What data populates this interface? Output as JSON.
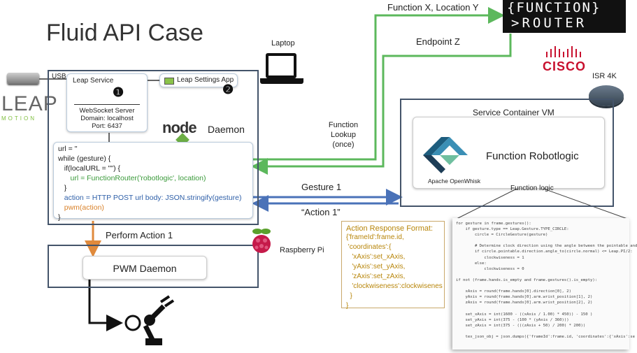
{
  "title": "Fluid API Case",
  "leap_logo": {
    "big": "LEAP",
    "small": "MOTION"
  },
  "usb_label": "USB",
  "leap_service": {
    "label": "Leap Service",
    "badge": "❶",
    "ws_lines": [
      "WebSocket Server",
      "Domain: localhost",
      "Port: 6437"
    ]
  },
  "leap_settings": {
    "label": "Leap Settings App",
    "badge": "❷"
  },
  "node_logo": "node",
  "daemon_label": "Daemon",
  "daemon_code": [
    {
      "text": "url = ''",
      "color": "default"
    },
    {
      "text": "while (gesture) {",
      "color": "default"
    },
    {
      "text": "   if(localURL = \"\") {",
      "color": "default"
    },
    {
      "text": "      url = FunctionRouter('robotlogic', location)",
      "color": "green"
    },
    {
      "text": "   }",
      "color": "default"
    },
    {
      "text": "   action = HTTP POST url body: JSON.stringify(gesture)",
      "color": "blue"
    },
    {
      "text": "   pwm(action)",
      "color": "orange"
    },
    {
      "text": "}",
      "color": "default"
    }
  ],
  "laptop_label": "Laptop",
  "function_router": {
    "line1": "{FUNCTION}",
    "line2": ">ROUTER"
  },
  "function_xy_label": "Function X, Location Y",
  "endpoint_label": "Endpoint Z",
  "cisco_label": "CISCO",
  "isr_label": "ISR 4K",
  "service_vm_label": "Service Container VM",
  "openwhisk_label": "Apache OpenWhisk",
  "robotlogic_label": "Function Robotlogic",
  "function_logic_label": "Function logic",
  "function_lookup_label": [
    "Function",
    "Lookup",
    "(once)"
  ],
  "gesture_label": "Gesture 1",
  "action_label": "“Action 1”",
  "perform_label": "Perform Action 1",
  "raspberry_label": "Raspberry Pi",
  "pwm_label": "PWM Daemon",
  "response_format": {
    "heading": "Action Response Format:",
    "lines": [
      "{'frameId':frame.id,",
      " 'coordinates':{",
      "   'xAxis':set_xAxis,",
      "   'yAxis':set_yAxis,",
      "   'zAxis':set_zAxis,",
      "   'clockwiseness':clockwisenes",
      "  }",
      "}"
    ]
  },
  "snippet_lines": [
    "for gesture in frame.gestures():",
    "    if gesture.type == Leap.Gesture.TYPE_CIRCLE:",
    "        circle = CircleGesture(gesture)",
    "",
    "        # Determine clock direction using the angle between the pointable and",
    "        if circle.pointable.direction.angle_to(circle.normal) <= Leap.PI/2:",
    "            clockwiseness = 1",
    "        else:",
    "            clockwiseness = 0",
    "",
    "if not (frame.hands.is_empty and frame.gestures().is_empty):",
    "",
    "    xAxis = round(frame.hands[0].direction[0], 2)",
    "    yAxis = round(frame.hands[0].arm.wrist_position[1], 2)",
    "    zAxis = round(frame.hands[0].arm.wrist_position[2], 2)",
    "",
    "    set_xAxis = int(1600 - ((xAxis / 1.00) * 450)) - 150 )",
    "    set_yAxis = int(375 - (100 * (yAxis / 360)))",
    "    set_zAxis = int(375 - (((zAxis + 50) / 200) * 200))",
    "",
    "    tex_json_obj = json.dumps({'frameId':frame.id, 'coordinates':{'xAxis':se"
  ],
  "colors": {
    "green": "#5cb85c",
    "blue": "#4a72b8",
    "orange": "#e08a3c",
    "box": "#44546a",
    "node_green": "#6cae45"
  }
}
